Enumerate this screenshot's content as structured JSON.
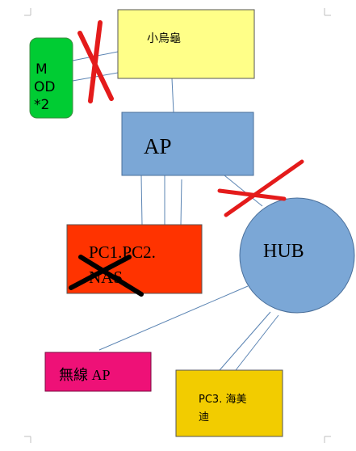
{
  "nodes": {
    "tortoise": {
      "label": "小烏龜",
      "fill": "#ffff88"
    },
    "mod": {
      "lines": [
        "M",
        "OD",
        "*2"
      ],
      "fill": "#00cc33"
    },
    "ap": {
      "label": "AP",
      "fill": "#7ba7d6"
    },
    "pc": {
      "lines": [
        "PC1.PC2.",
        "NAS"
      ],
      "fill": "#ff3300"
    },
    "hub": {
      "label": "HUB",
      "fill": "#7ba7d6"
    },
    "wireless_ap": {
      "label": "無線 AP",
      "fill": "#ee1177"
    },
    "pc3": {
      "lines": [
        "PC3. 海美",
        "迪"
      ],
      "fill": "#f2cc00"
    }
  },
  "marks": {
    "red_cross_color": "#e41b1b",
    "black_cross_color": "#000000",
    "edge_color": "#5b84b3"
  }
}
